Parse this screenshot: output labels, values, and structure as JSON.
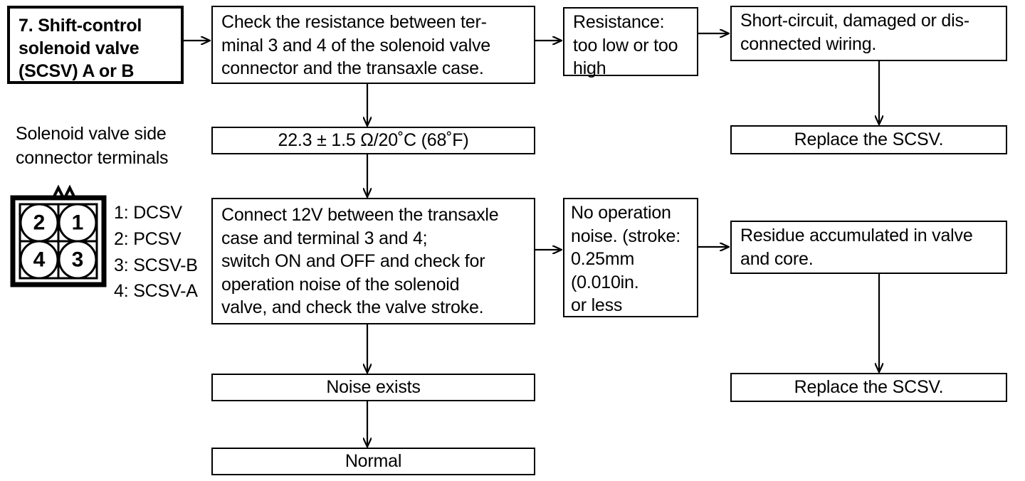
{
  "diagram": {
    "title": "Shift-control solenoid valve (SCSV) A or B troubleshooting flowchart",
    "stroke_color": "#000000",
    "background_color": "#ffffff"
  },
  "nodes": {
    "start": {
      "label": "7. Shift-control\n    solenoid valve\n    (SCSV) A or B"
    },
    "check_resistance": {
      "label": "Check the resistance between ter-\nminal 3 and 4 of the solenoid valve\nconnector and the transaxle case."
    },
    "resistance_bad": {
      "label": "Resistance:\ntoo low or too\nhigh"
    },
    "short_circuit": {
      "label": "Short-circuit, damaged or dis-\nconnected wiring."
    },
    "replace_scsv_top": {
      "label": "Replace the SCSV."
    },
    "resistance_spec": {
      "label": "22.3 ± 1.5 Ω/20˚C (68˚F)"
    },
    "connect_12v": {
      "label": "Connect 12V between the transaxle\ncase and terminal 3 and 4;\nswitch ON and OFF and check for\noperation noise of the solenoid\nvalve, and check the valve stroke."
    },
    "no_operation_noise": {
      "label": "No operation\nnoise. (stroke:\n0.25mm\n(0.010in.\nor less"
    },
    "residue": {
      "label": "Residue accumulated in valve\nand core."
    },
    "replace_scsv_bottom": {
      "label": "Replace the SCSV."
    },
    "noise_exists": {
      "label": "Noise exists"
    },
    "normal": {
      "label": "Normal"
    }
  },
  "connector_illustration": {
    "caption": "Solenoid valve side\nconnector terminals",
    "terminal_numbers": [
      "2",
      "1",
      "4",
      "3"
    ],
    "legend": "1: DCSV\n2: PCSV\n3: SCSV-B\n4: SCSV-A",
    "legend_items": [
      {
        "pin": "1",
        "name": "DCSV"
      },
      {
        "pin": "2",
        "name": "PCSV"
      },
      {
        "pin": "3",
        "name": "SCSV-B"
      },
      {
        "pin": "4",
        "name": "SCSV-A"
      }
    ]
  }
}
